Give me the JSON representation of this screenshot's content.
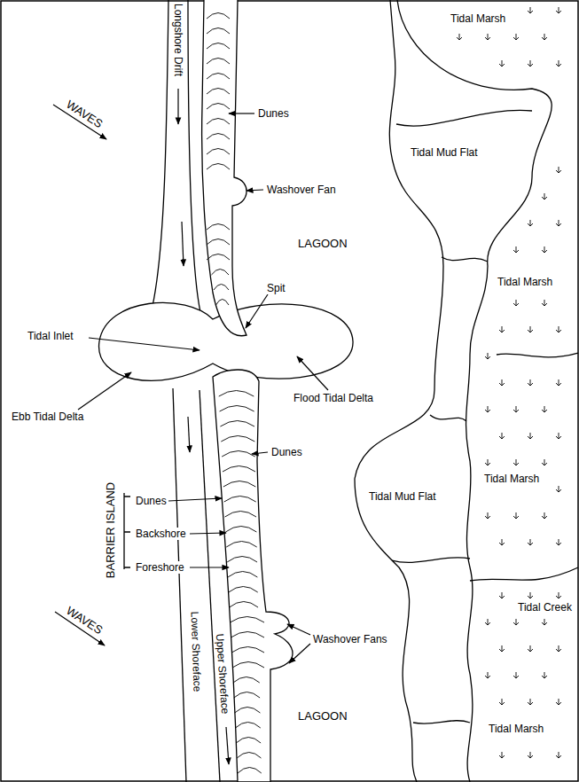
{
  "diagram": {
    "labels": [
      "Longshore Drift",
      "Dunes",
      "Tidal Marsh",
      "Tidal Mud Flat",
      "WAVES",
      "Washover Fan",
      "LAGOON",
      "Tidal Marsh",
      "Spit",
      "Tidal Inlet",
      "Flood Tidal Delta",
      "Ebb Tidal Delta",
      "Dunes",
      "BARRIER ISLAND",
      "Dunes",
      "Backshore",
      "Foreshore",
      "Tidal Mud Flat",
      "Tidal Marsh",
      "Lower Shoreface",
      "Upper Shoreface",
      "Tidal Creek",
      "Washover Fans",
      "WAVES",
      "LAGOON",
      "Tidal Marsh"
    ]
  }
}
